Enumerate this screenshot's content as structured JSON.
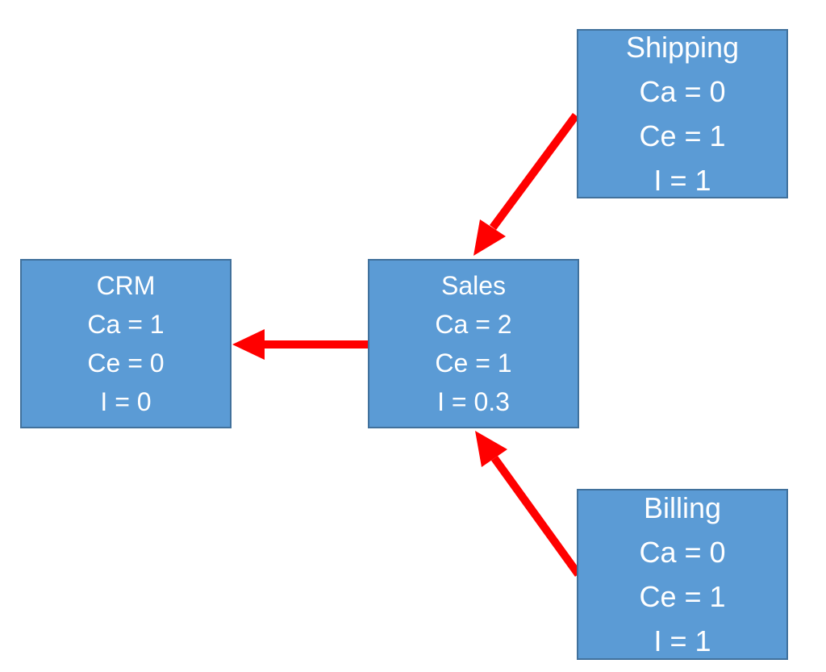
{
  "colors": {
    "node_fill": "#5B9BD5",
    "node_border": "#41719C",
    "node_text": "#FFFFFF",
    "arrow": "#FF0000",
    "background": "#FFFFFF"
  },
  "nodes": {
    "shipping": {
      "name": "Shipping",
      "ca": "Ca = 0",
      "ce": "Ce = 1",
      "i": "I = 1"
    },
    "crm": {
      "name": "CRM",
      "ca": "Ca = 1",
      "ce": "Ce = 0",
      "i": "I = 0"
    },
    "sales": {
      "name": "Sales",
      "ca": "Ca = 2",
      "ce": "Ce = 1",
      "i": "I = 0.3"
    },
    "billing": {
      "name": "Billing",
      "ca": "Ca = 0",
      "ce": "Ce = 1",
      "i": "I = 1"
    }
  },
  "edges": [
    {
      "from": "Shipping",
      "to": "Sales"
    },
    {
      "from": "Billing",
      "to": "Sales"
    },
    {
      "from": "Sales",
      "to": "CRM"
    }
  ]
}
